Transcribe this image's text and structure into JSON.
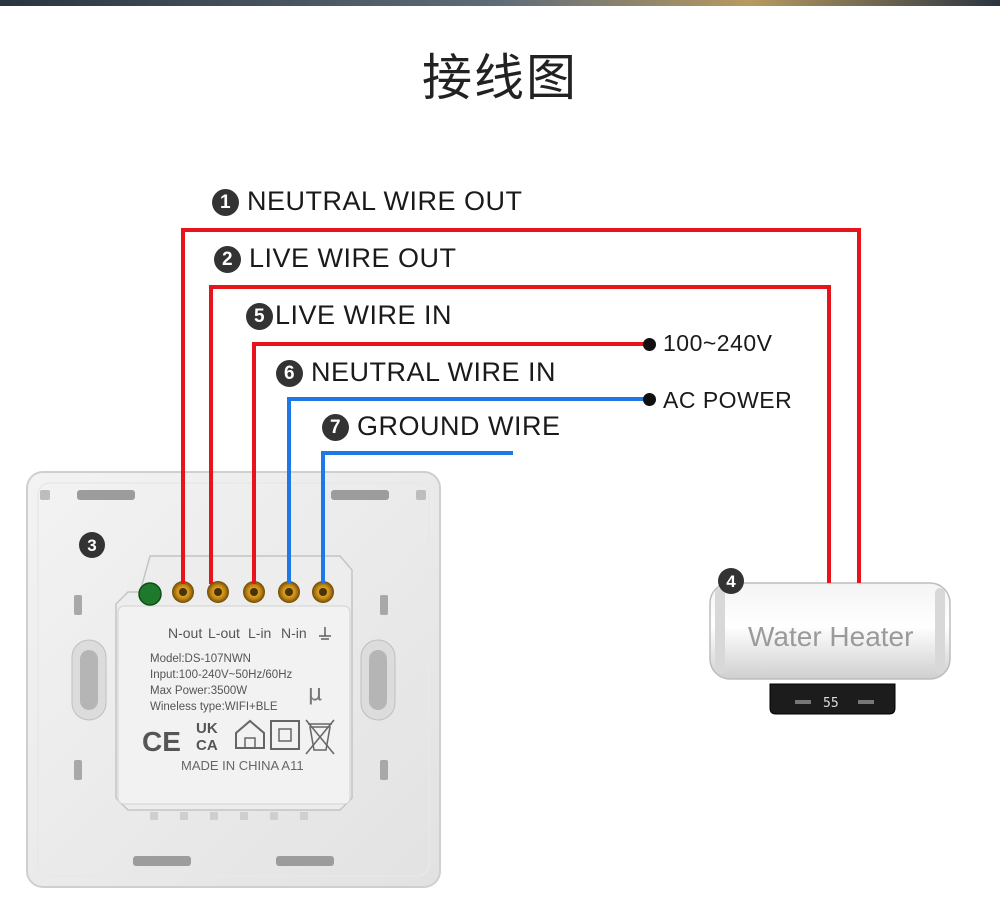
{
  "title": "接线图",
  "wire_labels": [
    {
      "num": "1",
      "text": "NEUTRAL WIRE OUT"
    },
    {
      "num": "2",
      "text": "LIVE WIRE OUT"
    },
    {
      "num": "5",
      "text": "LIVE WIRE IN"
    },
    {
      "num": "6",
      "text": "NEUTRAL WIRE IN"
    },
    {
      "num": "7",
      "text": "GROUND WIRE"
    }
  ],
  "power_labels": {
    "voltage": "100~240V",
    "source": "AC POWER"
  },
  "callouts": {
    "switch": "3",
    "heater": "4"
  },
  "switch_panel": {
    "terminals": [
      "N-out",
      "L-out",
      "L-in",
      "N-in"
    ],
    "spec_lines": [
      "Model:DS-107NWN",
      "Input:100-240V~50Hz/60Hz",
      "Max Power:3500W",
      "Wineless type:WIFI+BLE"
    ],
    "mu_symbol": "μ",
    "cert_ce": "CE",
    "cert_uk": "UK",
    "cert_ca": "CA",
    "made_in": "MADE IN CHINA A11"
  },
  "heater": {
    "label": "Water Heater",
    "display": "55"
  },
  "colors": {
    "live": "#e8141b",
    "neutral": "#1e78e6",
    "text": "#1a1a1a",
    "badge": "#333333"
  }
}
